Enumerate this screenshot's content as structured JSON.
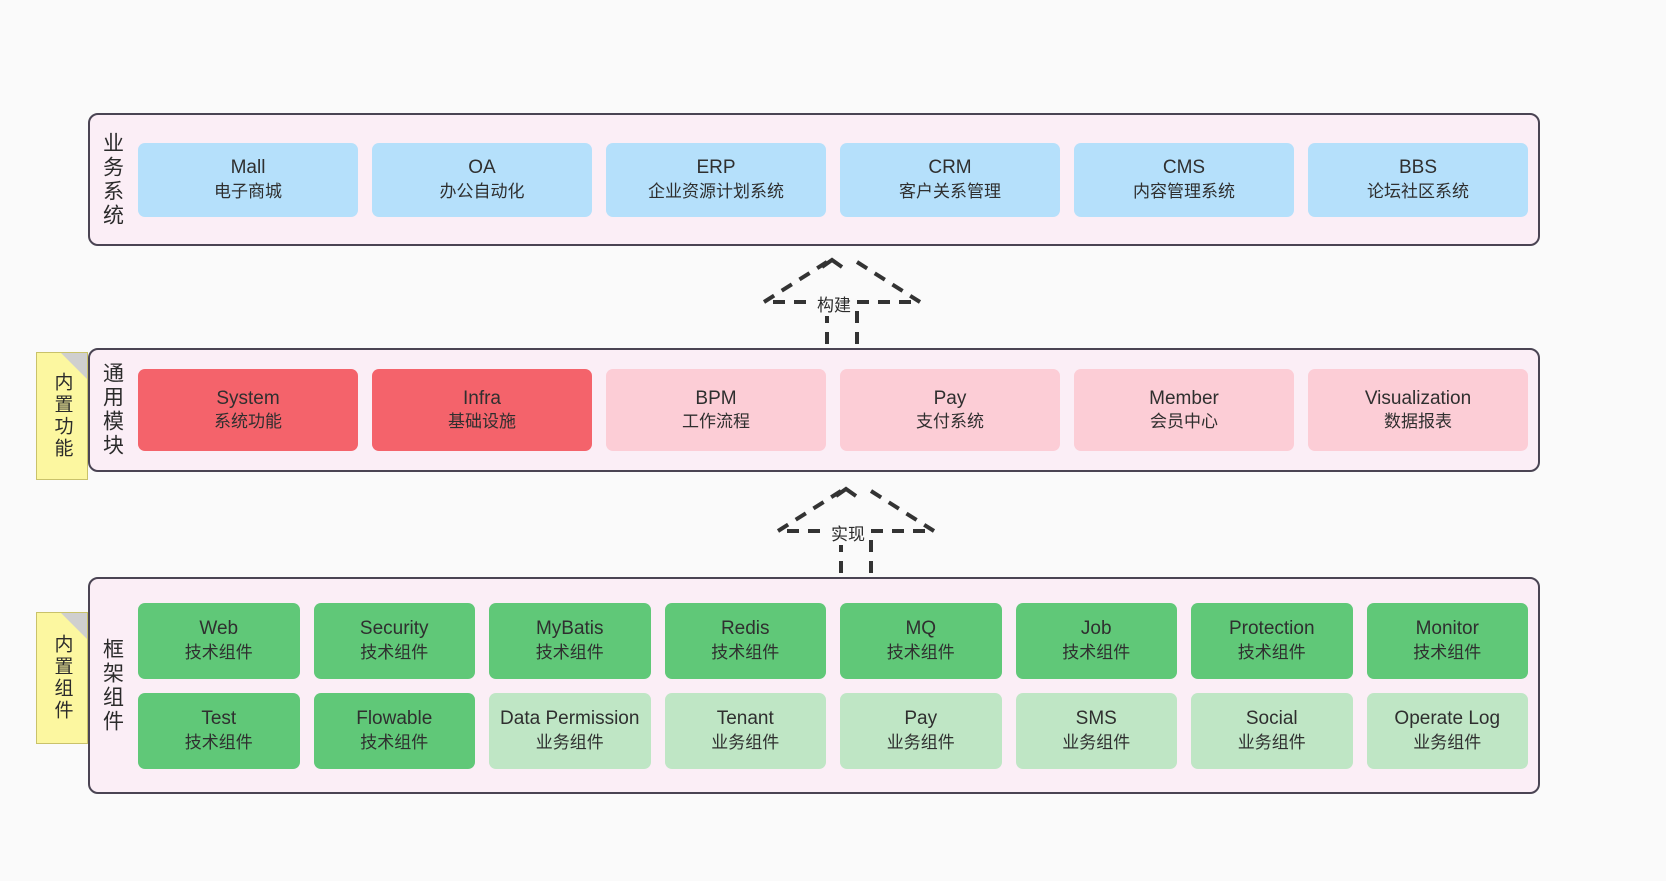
{
  "sections": [
    {
      "key": "business",
      "title": "业务系统",
      "rows": [
        [
          {
            "name": "Mall",
            "sub": "电子商城",
            "color": "blue"
          },
          {
            "name": "OA",
            "sub": "办公自动化",
            "color": "blue"
          },
          {
            "name": "ERP",
            "sub": "企业资源计划系统",
            "color": "blue"
          },
          {
            "name": "CRM",
            "sub": "客户关系管理",
            "color": "blue"
          },
          {
            "name": "CMS",
            "sub": "内容管理系统",
            "color": "blue"
          },
          {
            "name": "BBS",
            "sub": "论坛社区系统",
            "color": "blue"
          }
        ]
      ]
    },
    {
      "key": "common",
      "title": "通用模块",
      "rows": [
        [
          {
            "name": "System",
            "sub": "系统功能",
            "color": "red"
          },
          {
            "name": "Infra",
            "sub": "基础设施",
            "color": "red"
          },
          {
            "name": "BPM",
            "sub": "工作流程",
            "color": "pink"
          },
          {
            "name": "Pay",
            "sub": "支付系统",
            "color": "pink"
          },
          {
            "name": "Member",
            "sub": "会员中心",
            "color": "pink"
          },
          {
            "name": "Visualization",
            "sub": "数据报表",
            "color": "pink"
          }
        ]
      ]
    },
    {
      "key": "framework",
      "title": "框架组件",
      "rows": [
        [
          {
            "name": "Web",
            "sub": "技术组件",
            "color": "green"
          },
          {
            "name": "Security",
            "sub": "技术组件",
            "color": "green"
          },
          {
            "name": "MyBatis",
            "sub": "技术组件",
            "color": "green"
          },
          {
            "name": "Redis",
            "sub": "技术组件",
            "color": "green"
          },
          {
            "name": "MQ",
            "sub": "技术组件",
            "color": "green"
          },
          {
            "name": "Job",
            "sub": "技术组件",
            "color": "green"
          },
          {
            "name": "Protection",
            "sub": "技术组件",
            "color": "green"
          },
          {
            "name": "Monitor",
            "sub": "技术组件",
            "color": "green"
          }
        ],
        [
          {
            "name": "Test",
            "sub": "技术组件",
            "color": "green"
          },
          {
            "name": "Flowable",
            "sub": "技术组件",
            "color": "green"
          },
          {
            "name": "Data Permission",
            "sub": "业务组件",
            "color": "lgreen"
          },
          {
            "name": "Tenant",
            "sub": "业务组件",
            "color": "lgreen"
          },
          {
            "name": "Pay",
            "sub": "业务组件",
            "color": "lgreen"
          },
          {
            "name": "SMS",
            "sub": "业务组件",
            "color": "lgreen"
          },
          {
            "name": "Social",
            "sub": "业务组件",
            "color": "lgreen"
          },
          {
            "name": "Operate Log",
            "sub": "业务组件",
            "color": "lgreen"
          }
        ]
      ]
    }
  ],
  "notes": [
    {
      "key": "common",
      "text": "内置功能"
    },
    {
      "key": "framework",
      "text": "内置组件"
    }
  ],
  "arrows": [
    {
      "key": "build",
      "label": "构建"
    },
    {
      "key": "impl",
      "label": "实现"
    }
  ],
  "colors": {
    "canvas_background": "#fafafa",
    "section_background": "#fbeef6",
    "section_border": "#4a4453",
    "business_card": "#b5e0fb",
    "common_core_card": "#f4636b",
    "common_card": "#fccdd6",
    "framework_tech_card": "#60c878",
    "framework_biz_card": "#bfe6c5",
    "note_background": "#fcf7a0",
    "note_border": "#c9c26a",
    "arrow_stroke": "#333333",
    "text": "#2f2f2f"
  }
}
